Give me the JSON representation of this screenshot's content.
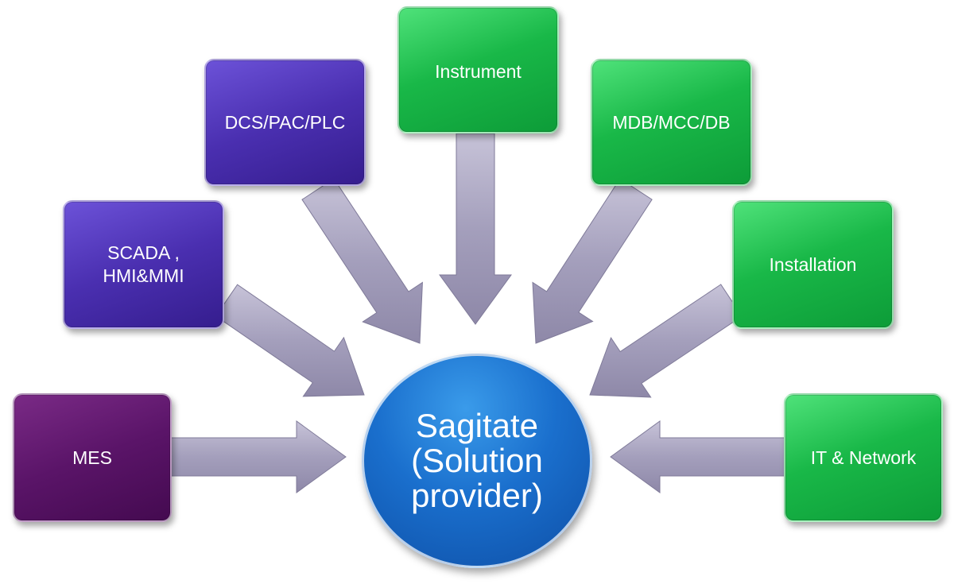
{
  "diagram": {
    "center": {
      "label": "Sagitate\n(Solution\nprovider)"
    },
    "nodes": [
      {
        "id": "mes",
        "label": "MES",
        "color": "#5a1468"
      },
      {
        "id": "scada",
        "label": "SCADA ,\nHMI&MMI",
        "color": "#4a2fb0"
      },
      {
        "id": "dcs",
        "label": "DCS/PAC/PLC",
        "color": "#4a2fb0"
      },
      {
        "id": "instrument",
        "label": "Instrument",
        "color": "#19b848"
      },
      {
        "id": "mdb",
        "label": "MDB/MCC/DB",
        "color": "#19b848"
      },
      {
        "id": "installation",
        "label": "Installation",
        "color": "#19b848"
      },
      {
        "id": "it-network",
        "label": "IT & Network",
        "color": "#19b848"
      }
    ],
    "arrow_color": "#a49fbc",
    "hub_color": "#1a6fcd"
  }
}
